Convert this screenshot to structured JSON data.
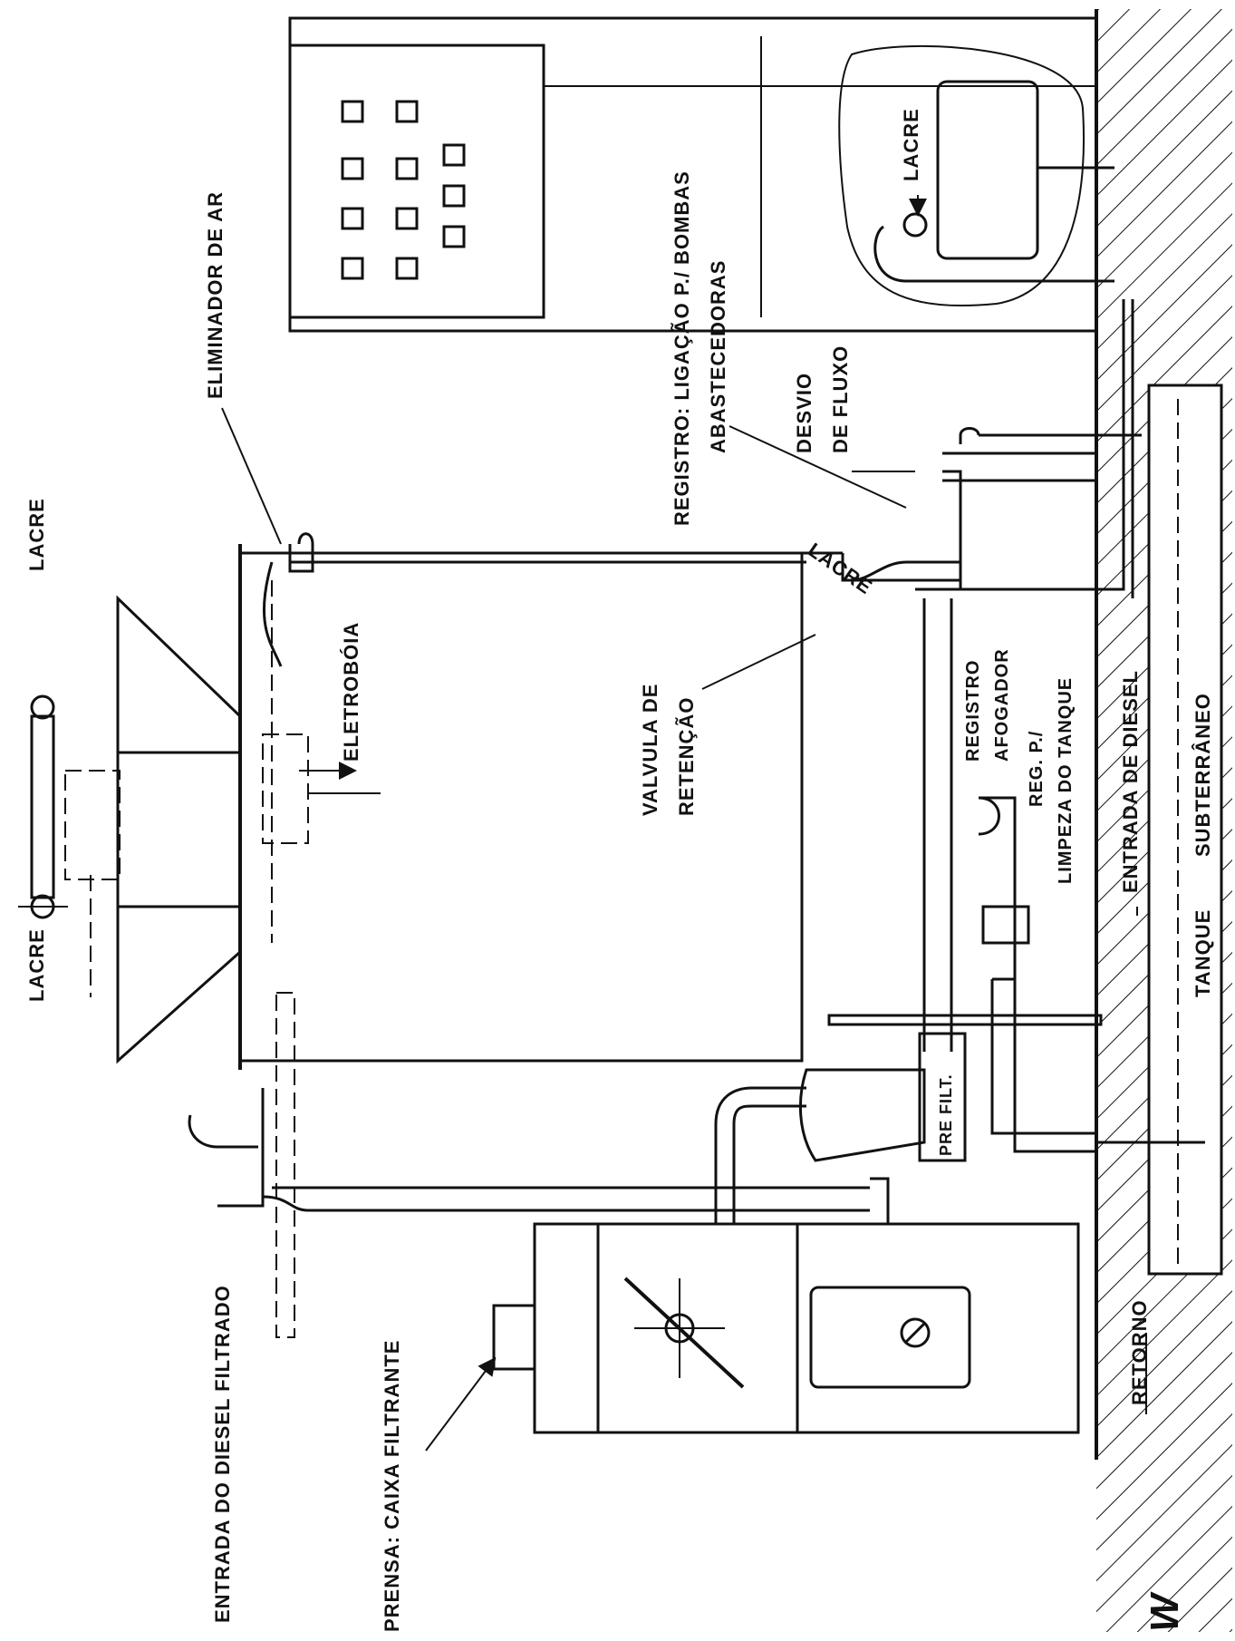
{
  "labels": {
    "lacre_top_left": "LACRE",
    "lacre_top_right": "LACRE",
    "eliminador": "ELIMINADOR DE AR",
    "eletroboia": "ELETROBÓIA",
    "entrada_diesel_filtrado": "ENTRADA DO DIESEL FILTRADO",
    "prensa": "PRENSA: CAIXA FILTRANTE",
    "valvula_line1": "VALVULA DE",
    "valvula_line2": "RETENÇÃO",
    "registro_line1": "REGISTRO: LIGAÇÃO P./ BOMBAS",
    "registro_line2": "ABASTECEDORAS",
    "lacre_mid": "LACRE",
    "desvio_line1": "DESVIO",
    "desvio_line2": "DE FLUXO",
    "lacre_right": "LACRE",
    "registro_afogador_line1": "REGISTRO",
    "registro_afogador_line2": "AFOGADOR",
    "reg_limpeza_line1": "REG. P./",
    "reg_limpeza_line2": "LIMPEZA DO TANQUE",
    "entrada_diesel": "ENTRADA DE DIESEL",
    "tanque_line1": "TANQUE",
    "tanque_line2": "SUBTERRÂNEO",
    "retorno": "RETORNO",
    "pre_filt": "PRE FILT.",
    "signature": "W"
  }
}
